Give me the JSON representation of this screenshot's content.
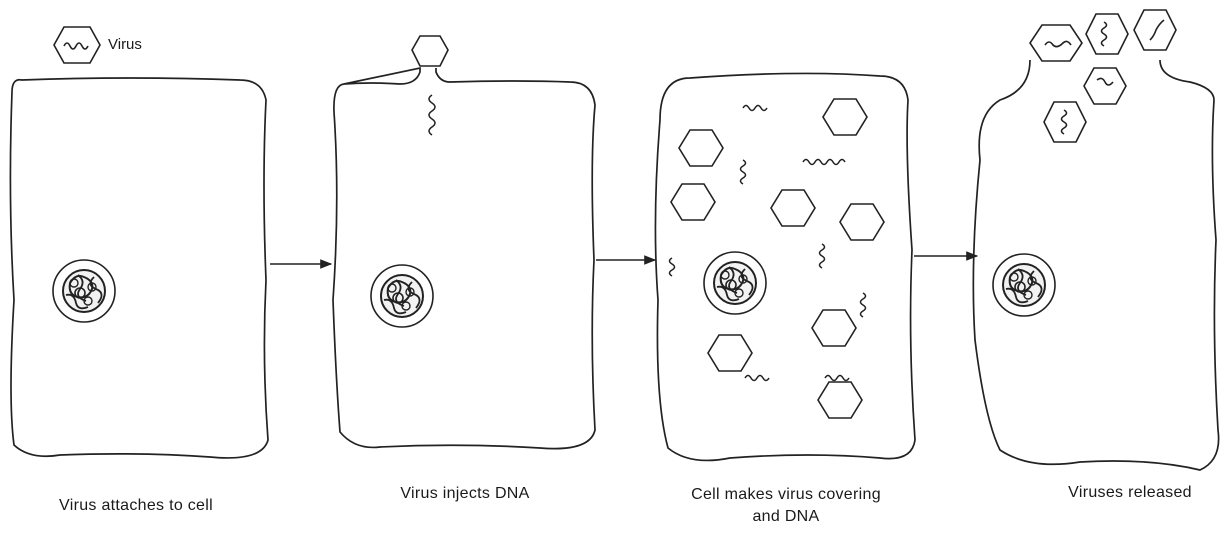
{
  "legend": {
    "label": "Virus"
  },
  "stages": [
    {
      "caption": "Virus attaches to cell"
    },
    {
      "caption": "Virus injects DNA"
    },
    {
      "caption_line1": "Cell makes virus covering",
      "caption_line2": "and DNA"
    },
    {
      "caption": "Viruses released"
    }
  ]
}
